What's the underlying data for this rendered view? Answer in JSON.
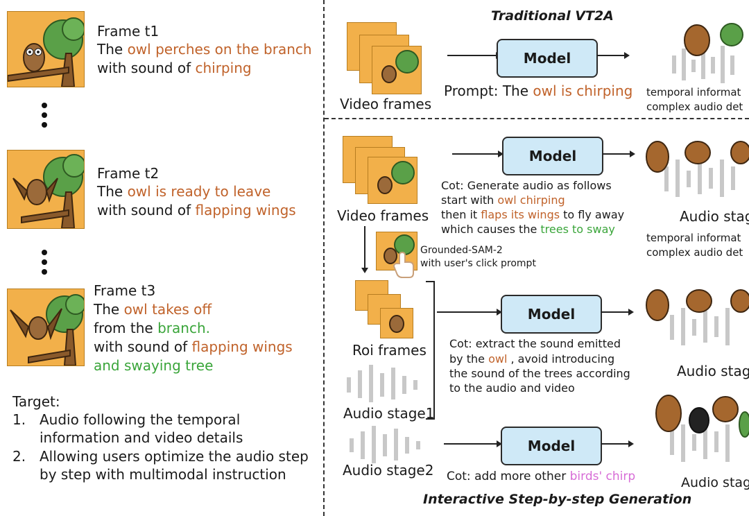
{
  "left": {
    "frame1": {
      "title": "Frame t1",
      "l1_pre": "The ",
      "l1_hl": "owl perches on the branch",
      "l2_pre": "with sound of ",
      "l2_hl": "chirping"
    },
    "frame2": {
      "title": "Frame t2",
      "l1_pre": "The ",
      "l1_hl": "owl is ready to leave",
      "l2_pre": "with sound of ",
      "l2_hl": "flapping wings"
    },
    "frame3": {
      "title": "Frame t3",
      "l1_pre": "The ",
      "l1_hl": "owl takes off",
      "l2_pre": "from the ",
      "l2_hl": "branch.",
      "l3_pre": "with sound of ",
      "l3_hl": "flapping wings",
      "l4_hl": "and swaying tree"
    },
    "target": {
      "heading": "Target:",
      "item1_num": "1.",
      "item1_a": "Audio following the temporal",
      "item1_b": "information and video details",
      "item2_num": "2.",
      "item2_a": "Allowing users optimize the audio step",
      "item2_b": "by step with multimodal instruction"
    }
  },
  "traditional": {
    "title": "Traditional VT2A",
    "model": "Model",
    "video_label": "Video frames",
    "prompt_pre": "Prompt: The ",
    "prompt_hl": "owl is chirping",
    "out_l1": "temporal informat",
    "out_l2": "complex audio det"
  },
  "interactive": {
    "video_label": "Video frames",
    "model": "Model",
    "cot1_l1": "Cot: Generate audio as follows",
    "cot1_l2_pre": "start with ",
    "cot1_l2_hl": "owl chirping",
    "cot1_l3_pre": "then it ",
    "cot1_l3_hl": "flaps its wings",
    "cot1_l3_post": " to fly away",
    "cot1_l4_pre": "which  causes the ",
    "cot1_l4_hl": "trees to sway",
    "stage1_out": "Audio stage",
    "out_l1": "temporal informat",
    "out_l2": "complex audio det",
    "sam_l1": "Grounded-SAM-2",
    "sam_l2": "with user's click prompt",
    "roi_label": "Roi frames",
    "audio_stage1": "Audio stage1",
    "cot2_l1": "Cot: extract the sound emitted",
    "cot2_l2_pre": "by the ",
    "cot2_l2_hl": "owl",
    "cot2_l2_post": " , avoid introducing",
    "cot2_l3": "the sound of the trees according",
    "cot2_l4": "to the audio and video",
    "stage2_out": "Audio stage",
    "audio_stage2": "Audio stage2",
    "cot3_pre": "Cot: add more other ",
    "cot3_hl": "birds' chirp",
    "stage3_out": "Audio stag",
    "footer": "Interactive Step-by-step Generation"
  },
  "colors": {
    "highlight_orange": "#c0622a",
    "highlight_green": "#3aa53a",
    "highlight_pink": "#d76bd6",
    "model_fill": "#cfe9f7",
    "frame_bg": "#f2b04a"
  }
}
